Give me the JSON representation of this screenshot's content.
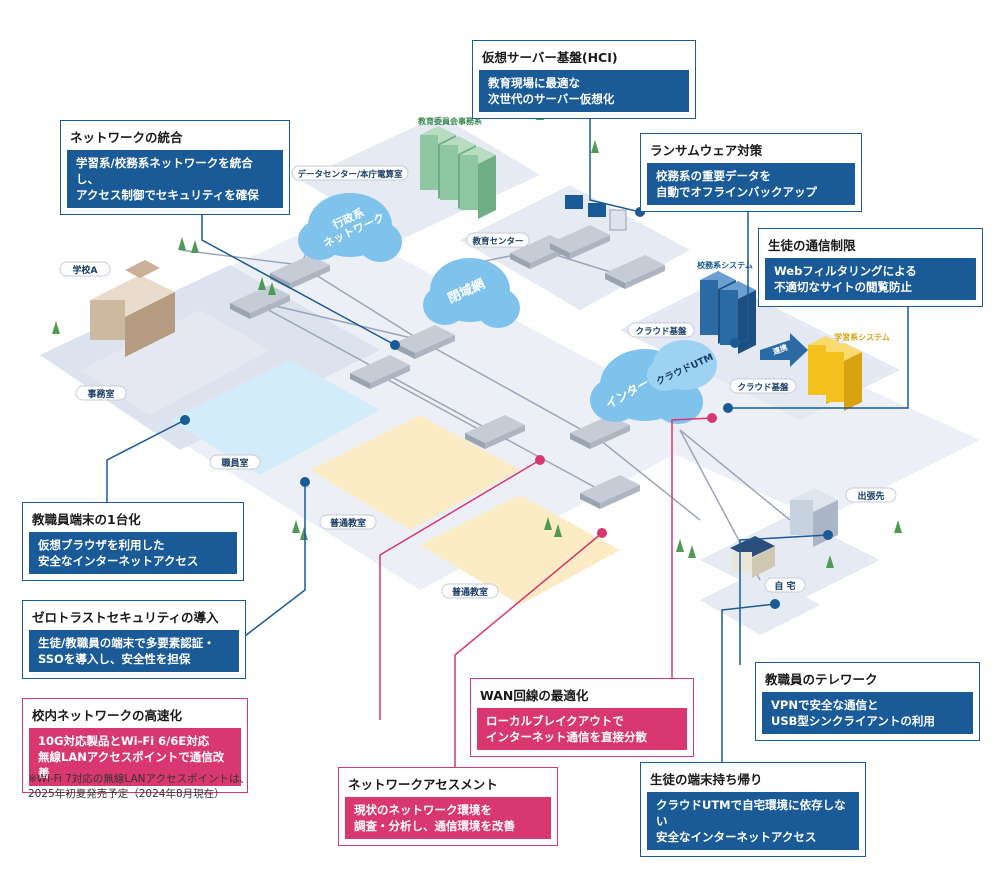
{
  "callouts": {
    "hci": {
      "title": "仮想サーバー基盤(HCI)",
      "body": "教育現場に最適な\n次世代のサーバー仮想化"
    },
    "network_integration": {
      "title": "ネットワークの統合",
      "body": "学習系/校務系ネットワークを統合し、\nアクセス制御でセキュリティを確保"
    },
    "ransomware": {
      "title": "ランサムウェア対策",
      "body": "校務系の重要データを\n自動でオフラインバックアップ"
    },
    "student_restriction": {
      "title": "生徒の通信制限",
      "body": "Webフィルタリングによる\n不適切なサイトの閲覧防止"
    },
    "staff_terminal": {
      "title": "教職員端末の1台化",
      "body": "仮想ブラウザを利用した\n安全なインターネットアクセス"
    },
    "zero_trust": {
      "title": "ゼロトラストセキュリティの導入",
      "body": "生徒/教職員の端末で多要素認証・\nSSOを導入し、安全性を担保"
    },
    "lan_speed": {
      "title": "校内ネットワークの高速化",
      "body": "10G対応製品とWi-Fi 6/6E対応\n無線LANアクセスポイントで通信改善"
    },
    "wan": {
      "title": "WAN回線の最適化",
      "body": "ローカルブレイクアウトで\nインターネット通信を直接分散"
    },
    "telework": {
      "title": "教職員のテレワーク",
      "body": "VPNで安全な通信と\nUSB型シンクライアントの利用"
    },
    "assessment": {
      "title": "ネットワークアセスメント",
      "body": "現状のネットワーク環境を\n調査・分析し、通信環境を改善"
    },
    "take_home": {
      "title": "生徒の端末持ち帰り",
      "body": "クラウドUTMで自宅環境に依存しない\n安全なインターネットアクセス"
    }
  },
  "footnote": "※Wi-Fi 7対応の無線LANアクセスポイントは、\n  2025年初夏発売予定（2024年8月現在）",
  "labels": {
    "board_office": "教育委員会事務系",
    "datacenter": "データセンター/本庁電算室",
    "gyosei_network": "行政系\nネットワーク",
    "edu_center": "教育センター",
    "closed_network": "閉域網",
    "school_a": "学校A",
    "jimushitsu": "事務室",
    "shokuinshitsu": "職員室",
    "futsu1": "普通教室",
    "futsu2": "普通教室",
    "komu_system": "校務系システム",
    "gakushu_system": "学習系システム",
    "cloud_base1": "クラウド基盤",
    "cloud_base2": "クラウド基盤",
    "renkei": "連携",
    "internet": "インターネット",
    "cloud_utm": "クラウドUTM",
    "shucchosaki": "出張先",
    "jitaku": "自 宅"
  },
  "colors": {
    "blue": "#1a5a96",
    "pink": "#d8386f",
    "floor": "#e8ecf4",
    "office_floor": "#d6eefa",
    "class_floor": "#fbecc6",
    "cloud": "#7fc3ec",
    "server_blue": "#2b6aa5",
    "server_green": "#8fc7a2",
    "server_yellow": "#f3c01d"
  }
}
